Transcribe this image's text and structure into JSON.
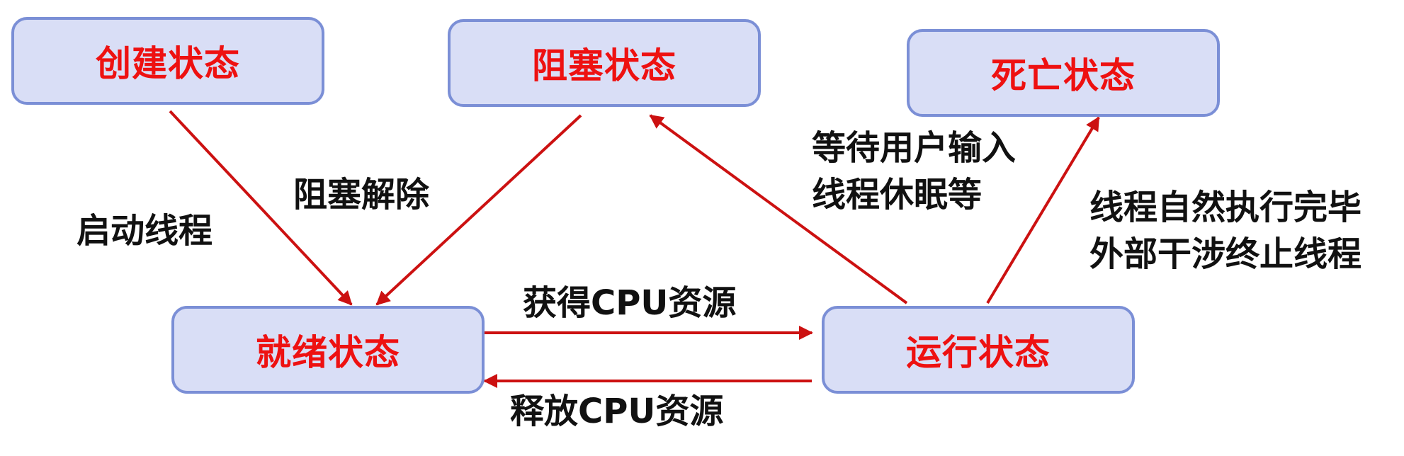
{
  "colors": {
    "box_fill": "#d9def6",
    "box_border": "#7b8fd6",
    "state_text": "#ee1111",
    "arrow": "#cc1111",
    "label_text": "#111111"
  },
  "states": {
    "new": "创建状态",
    "blocked": "阻塞状态",
    "terminated": "死亡状态",
    "ready": "就绪状态",
    "running": "运行状态"
  },
  "transitions": {
    "new_to_ready": "启动线程",
    "blocked_to_ready": "阻塞解除",
    "running_to_blocked": [
      "等待用户输入",
      "线程休眠等"
    ],
    "running_to_terminated": [
      "线程自然执行完毕",
      "外部干涉终止线程"
    ],
    "ready_to_running": "获得CPU资源",
    "running_to_ready": "释放CPU资源"
  }
}
